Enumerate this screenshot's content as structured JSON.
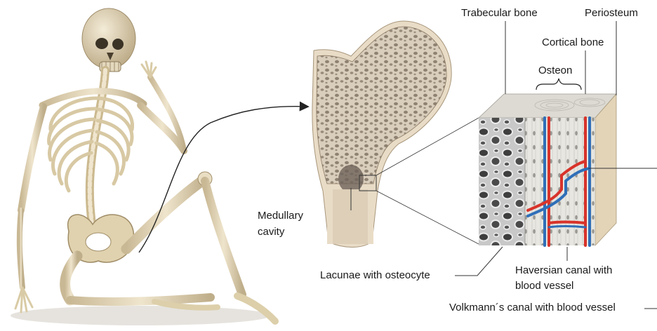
{
  "labels": {
    "trabecular_bone": "Trabecular bone",
    "periosteum": "Periosteum",
    "cortical_bone": "Cortical bone",
    "osteon": "Osteon",
    "medullary_cavity": "Medullary cavity",
    "lacunae": "Lacunae with osteocyte",
    "haversian_canal": "Haversian canal with blood vessel",
    "volkmann_canal": "Volkmann´s canal with blood vessel"
  },
  "colors": {
    "bone_ivory": "#e8dcc0",
    "bone_shadow": "#b9a782",
    "trabecular_fill": "#b8aa98",
    "medullary": "#7d7168",
    "artery_red": "#d8332a",
    "vein_blue": "#2f6fb8",
    "pointer_line": "#333333"
  }
}
